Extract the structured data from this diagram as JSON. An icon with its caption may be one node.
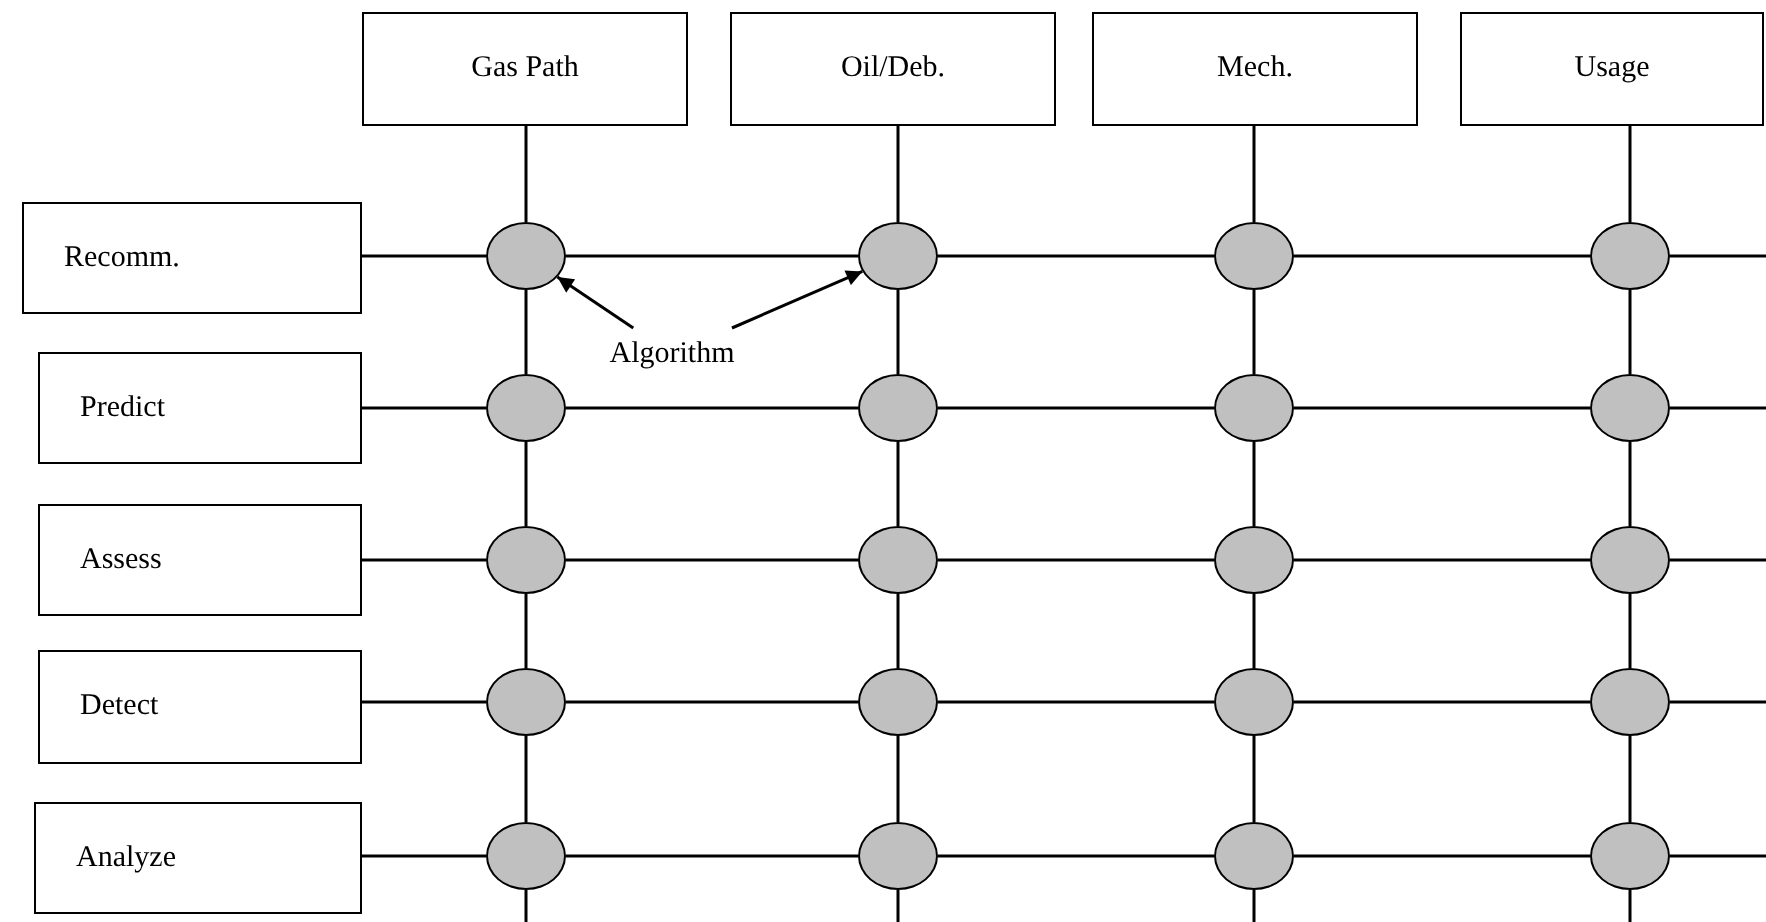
{
  "diagram": {
    "nodes": [
      {
        "text": [
          "Gas Path"
        ]
      },
      {
        "text": [
          "Oil/Deb."
        ]
      },
      {
        "text": [
          "Mech."
        ]
      },
      {
        "text": [
          "Usage"
        ]
      },
      {
        "text": [
          "Recomm."
        ]
      },
      {
        "text": [
          "Predict"
        ]
      },
      {
        "text": [
          "Assess"
        ]
      },
      {
        "text": [
          "Detect"
        ]
      },
      {
        "text": [
          "Analyze"
        ]
      },
      {
        "text": [],
        "shape": "circle"
      },
      {
        "text": [],
        "shape": "circle"
      },
      {
        "text": [],
        "shape": "circle"
      },
      {
        "text": [],
        "shape": "circle"
      },
      {
        "text": [],
        "shape": "circle"
      },
      {
        "text": [],
        "shape": "circle"
      },
      {
        "text": [],
        "shape": "circle"
      },
      {
        "text": [],
        "shape": "circle"
      },
      {
        "text": [],
        "shape": "circle"
      },
      {
        "text": [],
        "shape": "circle"
      },
      {
        "text": [],
        "shape": "circle"
      },
      {
        "text": [],
        "shape": "circle"
      },
      {
        "text": [],
        "shape": "circle"
      },
      {
        "text": [],
        "shape": "circle"
      },
      {
        "text": [],
        "shape": "circle"
      },
      {
        "text": [],
        "shape": "circle"
      },
      {
        "text": [],
        "shape": "circle"
      },
      {
        "text": [],
        "shape": "circle"
      },
      {
        "text": [],
        "shape": "circle"
      },
      {
        "text": [],
        "shape": "circle"
      },
      {
        "text": [
          "Algorithm"
        ]
      }
    ],
    "edges": [
      {
        "from": 4,
        "to": 9,
        "arrow": "none"
      },
      {
        "from": 9,
        "to": 10,
        "arrow": "none"
      },
      {
        "from": 10,
        "to": 11,
        "arrow": "none"
      },
      {
        "from": 11,
        "to": 12,
        "arrow": "none"
      },
      {
        "from": 12,
        "to": null,
        "arrow": "none"
      },
      {
        "from": 5,
        "to": 13,
        "arrow": "none"
      },
      {
        "from": 13,
        "to": 14,
        "arrow": "none"
      },
      {
        "from": 14,
        "to": 15,
        "arrow": "none"
      },
      {
        "from": 15,
        "to": 16,
        "arrow": "none"
      },
      {
        "from": 16,
        "to": null,
        "arrow": "none"
      },
      {
        "from": 6,
        "to": 17,
        "arrow": "none"
      },
      {
        "from": 17,
        "to": 18,
        "arrow": "none"
      },
      {
        "from": 18,
        "to": 19,
        "arrow": "none"
      },
      {
        "from": 19,
        "to": 20,
        "arrow": "none"
      },
      {
        "from": 20,
        "to": null,
        "arrow": "none"
      },
      {
        "from": 7,
        "to": 21,
        "arrow": "none"
      },
      {
        "from": 21,
        "to": 22,
        "arrow": "none"
      },
      {
        "from": 22,
        "to": 23,
        "arrow": "none"
      },
      {
        "from": 23,
        "to": 24,
        "arrow": "none"
      },
      {
        "from": 24,
        "to": null,
        "arrow": "none"
      },
      {
        "from": 8,
        "to": 25,
        "arrow": "none"
      },
      {
        "from": 25,
        "to": 26,
        "arrow": "none"
      },
      {
        "from": 26,
        "to": 27,
        "arrow": "none"
      },
      {
        "from": 27,
        "to": 28,
        "arrow": "none"
      },
      {
        "from": 28,
        "to": null,
        "arrow": "none"
      },
      {
        "from": 0,
        "to": 9,
        "arrow": "none"
      },
      {
        "from": 9,
        "to": 13,
        "arrow": "none"
      },
      {
        "from": 13,
        "to": 17,
        "arrow": "none"
      },
      {
        "from": 17,
        "to": 21,
        "arrow": "none"
      },
      {
        "from": 21,
        "to": 25,
        "arrow": "none"
      },
      {
        "from": 25,
        "to": null,
        "arrow": "none"
      },
      {
        "from": 1,
        "to": 10,
        "arrow": "none"
      },
      {
        "from": 10,
        "to": 14,
        "arrow": "none"
      },
      {
        "from": 14,
        "to": 18,
        "arrow": "none"
      },
      {
        "from": 18,
        "to": 22,
        "arrow": "none"
      },
      {
        "from": 22,
        "to": 26,
        "arrow": "none"
      },
      {
        "from": 26,
        "to": null,
        "arrow": "none"
      },
      {
        "from": 2,
        "to": 11,
        "arrow": "none"
      },
      {
        "from": 11,
        "to": 15,
        "arrow": "none"
      },
      {
        "from": 15,
        "to": 19,
        "arrow": "none"
      },
      {
        "from": 19,
        "to": 23,
        "arrow": "none"
      },
      {
        "from": 23,
        "to": 27,
        "arrow": "none"
      },
      {
        "from": 27,
        "to": null,
        "arrow": "none"
      },
      {
        "from": 3,
        "to": 12,
        "arrow": "none"
      },
      {
        "from": 12,
        "to": 16,
        "arrow": "none"
      },
      {
        "from": 16,
        "to": 20,
        "arrow": "none"
      },
      {
        "from": 20,
        "to": 24,
        "arrow": "none"
      },
      {
        "from": 24,
        "to": 28,
        "arrow": "none"
      },
      {
        "from": 28,
        "to": null,
        "arrow": "none"
      },
      {
        "from": 29,
        "to": 9,
        "arrow": "to"
      },
      {
        "from": 29,
        "to": 10,
        "arrow": "to"
      }
    ]
  }
}
